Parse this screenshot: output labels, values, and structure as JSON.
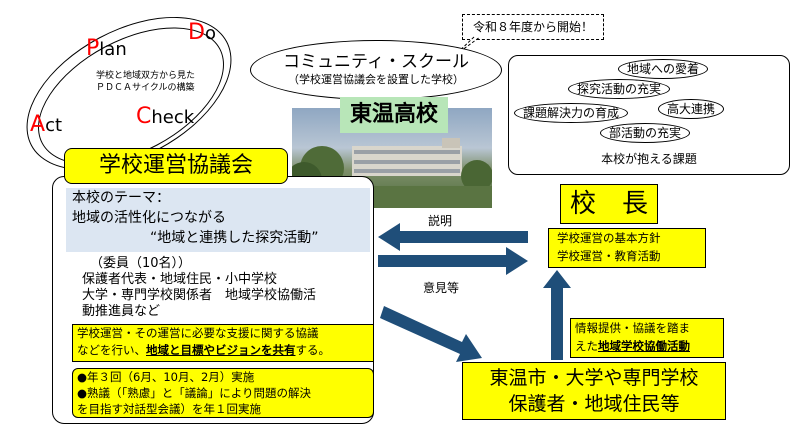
{
  "pdca": {
    "plan_letter": "P",
    "plan_rest": "lan",
    "do_letter": "D",
    "do_rest": "o",
    "act_letter": "A",
    "act_rest": "ct",
    "check_letter": "C",
    "check_rest": "heck",
    "subtitle_line1": "学校と地域双方から見た",
    "subtitle_line2": "ＰＤＣＡサイクルの構築"
  },
  "notice": "令和８年度から開始！",
  "community_school": {
    "title": "コミュニティ・スクール",
    "subtitle": "（学校運営協議会を設置した学校）"
  },
  "school_name": "東温高校",
  "issues": {
    "items": [
      "地域への愛着",
      "探究活動の充実",
      "課題解決力の育成",
      "高大連携",
      "部活動の充実"
    ],
    "caption": "本校が抱える課題"
  },
  "council": {
    "title": "学校運営協議会",
    "theme_label": "本校のテーマ：",
    "theme_line1": "地域の活性化につながる",
    "theme_line2": "“地域と連携した探究活動”",
    "members_header": "（委員（10名））",
    "members_line1": "保護者代表・地域住民・小中学校",
    "members_line2": "大学・専門学校関係者　地域学校協働活",
    "members_line3": "動推進員など",
    "role_line1": "学校運営・その運営に必要な支援に関する協議",
    "role_line2_a": "などを行い、",
    "role_line2_b": "地域と目標やビジョンを共有",
    "role_line2_c": "する。",
    "meetings_line1": "●年３回（6月、10月、2月）実施",
    "meetings_line2": "●熟議（「熟慮」と「議論」により問題の解決",
    "meetings_line3": "を目指す対話型会議）を年１回実施"
  },
  "arrows": {
    "explain": "説明",
    "opinion": "意見等"
  },
  "principal": {
    "title": "校　長",
    "policy_line1": "学校運営の基本方針",
    "policy_line2": "学校運営・教育活動"
  },
  "info_box": {
    "line1": "情報提供・協議を踏ま",
    "line2_a": "えた",
    "line2_b": "地域学校協働活動"
  },
  "community": {
    "line1": "東温市・大学や専門学校",
    "line2": "保護者・地域住民等"
  },
  "colors": {
    "yellow": "#ffff00",
    "theme_bg": "#dce6f2",
    "arrow": "#1f4e79",
    "accent_red": "#ff0000",
    "school_green": "#b8e6b8"
  },
  "icons": {
    "photo": "school-building-photo"
  }
}
